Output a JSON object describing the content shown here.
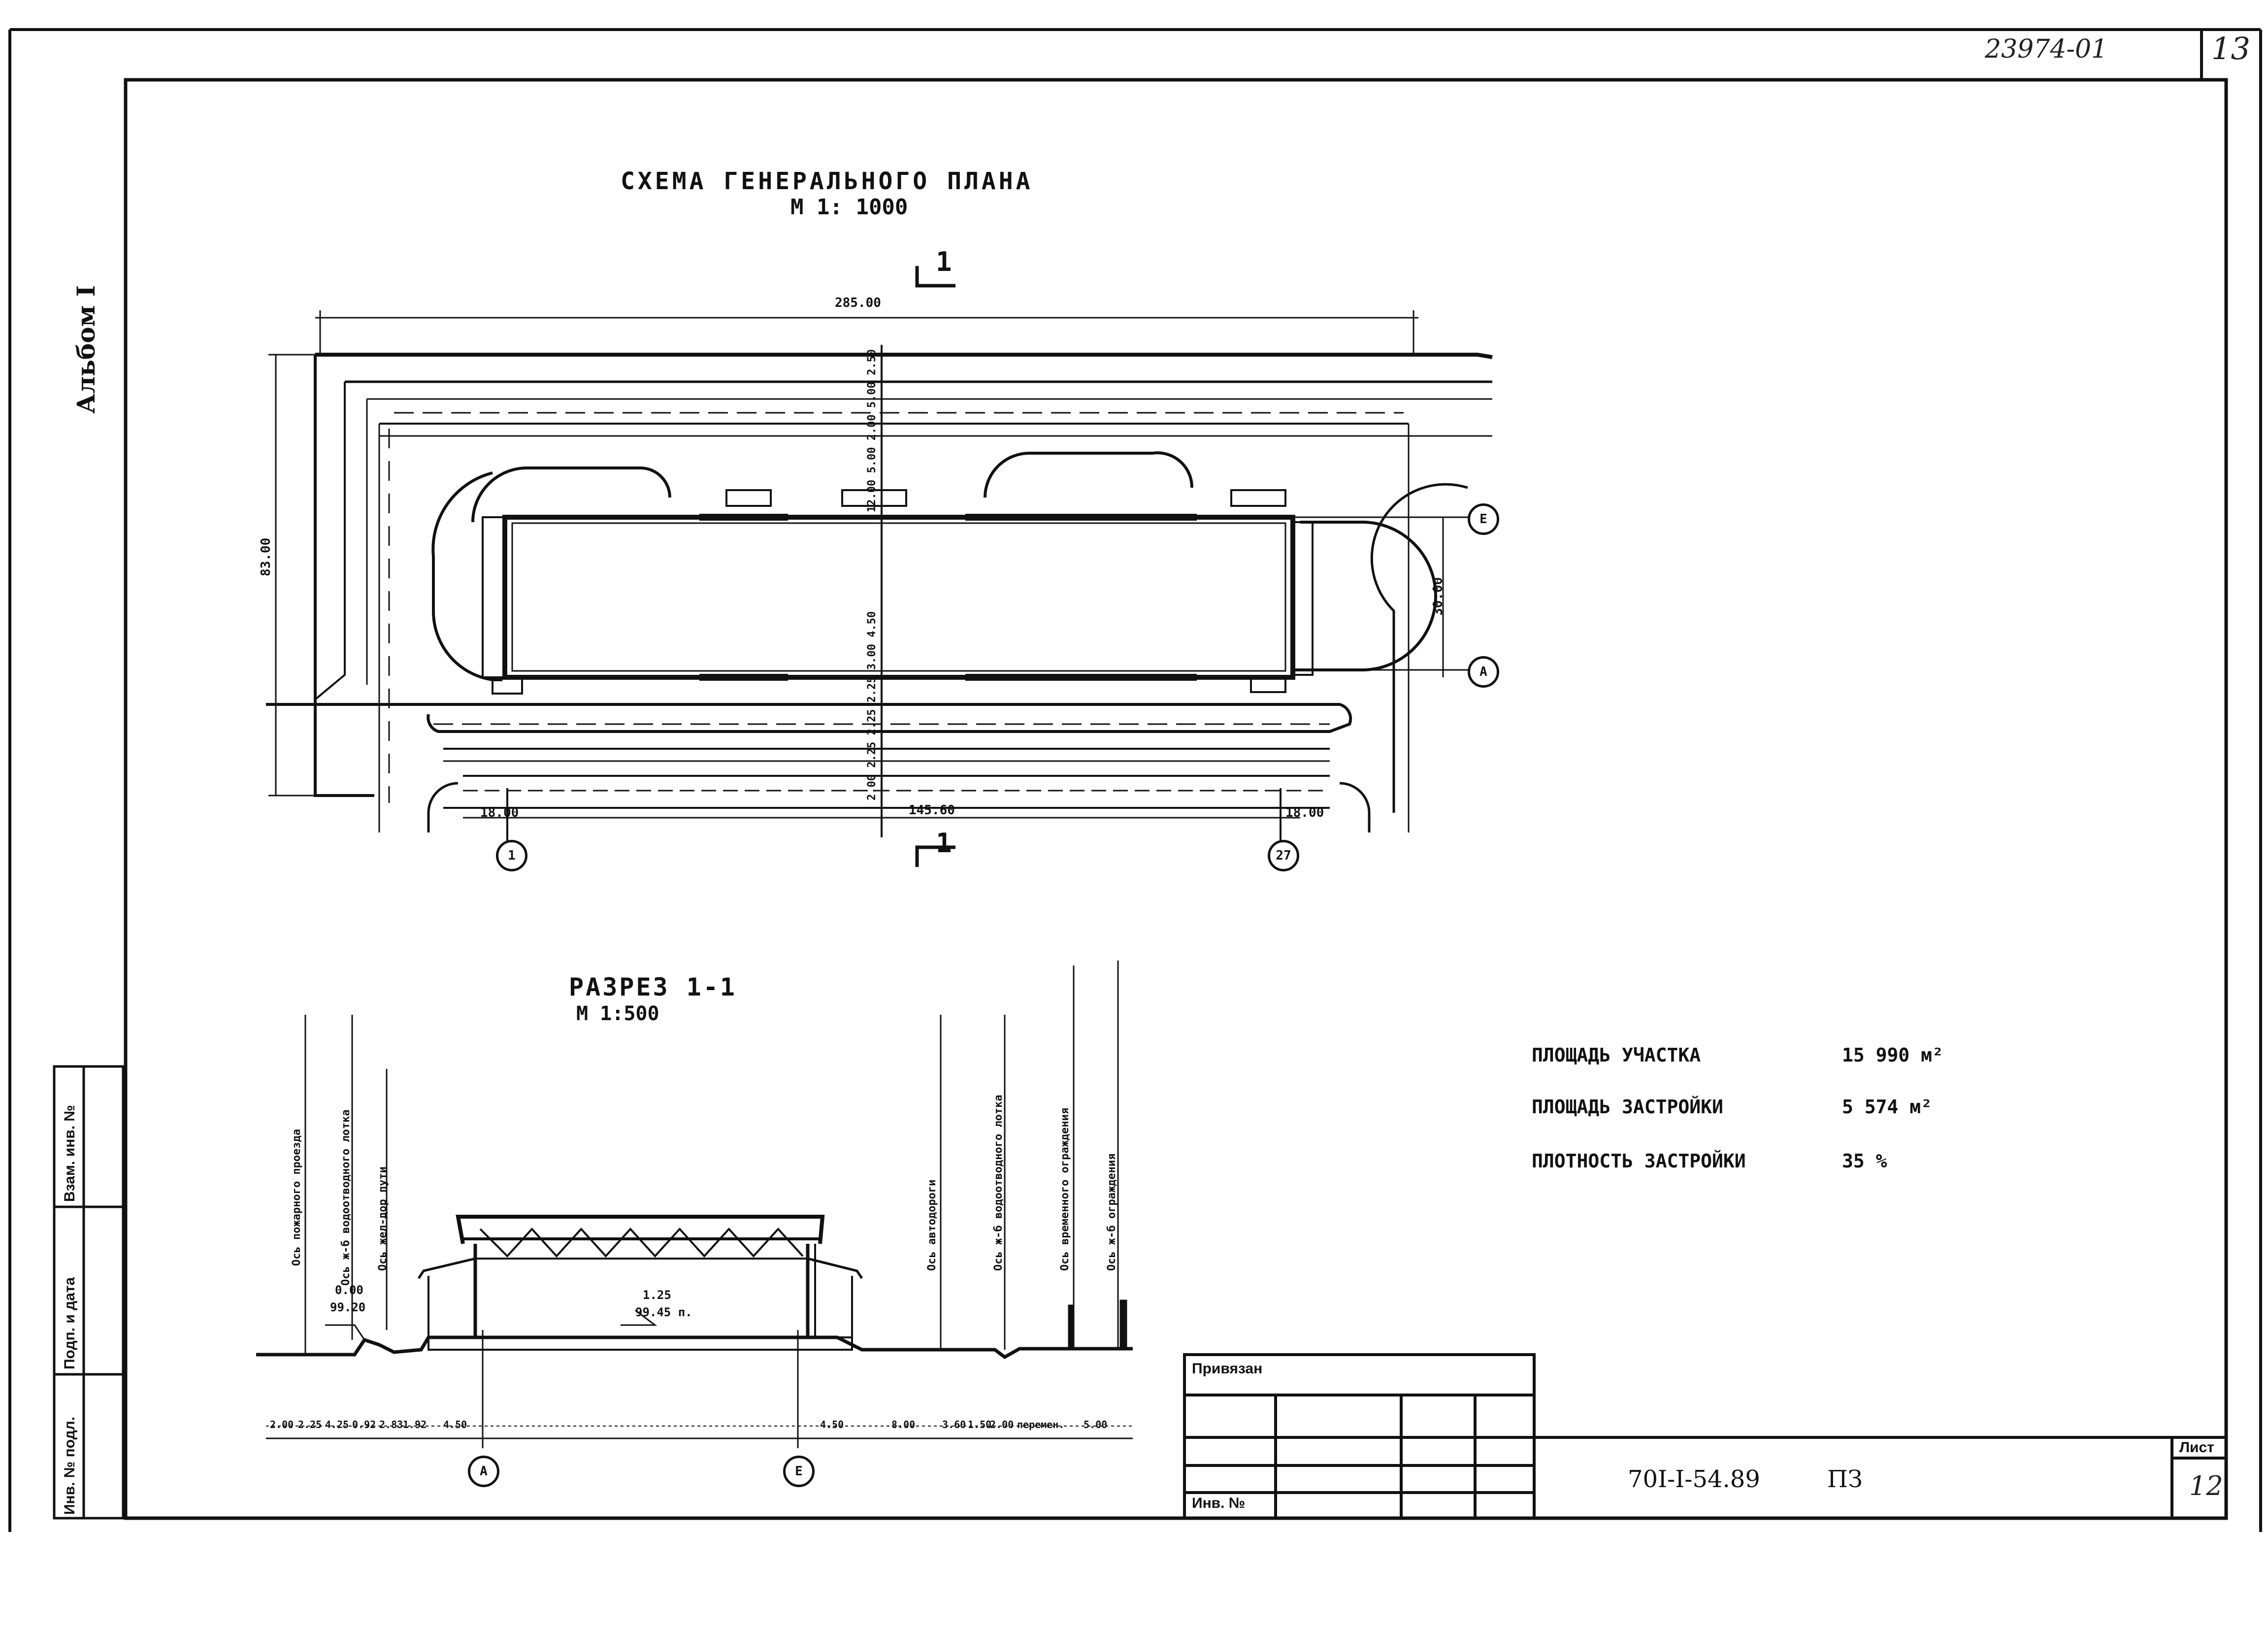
{
  "header": {
    "archive_number": "23974-01",
    "page_number": "13"
  },
  "album": "Альбом I",
  "plan": {
    "title": "СХЕМА   ГЕНЕРАЛЬНОГО   ПЛАНА",
    "scale": "М 1: 1000",
    "section_mark": "1",
    "dim_top": "285.00",
    "dim_left": "83.00",
    "dim_right": "30.00",
    "dim_bottom_mid": "145.60",
    "dim_bottom_left": "18.00",
    "dim_bottom_right": "18.00",
    "axis_top_vertical": "12.00 5.00 2.00 5.00 2.50",
    "axis_bottom_vertical": "2.00 2.25 2.25 2.25 3.00 4.50",
    "axes": {
      "left": "1",
      "right": "27",
      "top": "Е",
      "bottom": "А"
    }
  },
  "section": {
    "title": "РАЗРЕЗ 1-1",
    "scale": "М 1:500",
    "elev_label_1": "0.00",
    "elev_label_2": "99.20",
    "floor_label_1": "1.25",
    "floor_label_2": "99.45 п.",
    "axes": {
      "left": "А",
      "right": "Е"
    },
    "vertical_labels": [
      "Ось пожарного проезда",
      "Ось ж-б водоотводного лотка",
      "Ось жел-дор пути",
      "Ось автодороги",
      "Ось ж-б водоотводного лотка",
      "Ось временного ограждения",
      "Ось ж-б ограждения"
    ],
    "bottom_dims": [
      "2.00",
      "2.25",
      "4.25",
      "0.92",
      "2.83",
      "1.92",
      "4.50",
      "4.50",
      "8.00",
      "3.60",
      "1.50",
      "2.00",
      "перемен.",
      "5.00"
    ]
  },
  "stats": [
    {
      "label": "ПЛОЩАДЬ  УЧАСТКА",
      "value": "15 990  м²"
    },
    {
      "label": "ПЛОЩАДЬ  ЗАСТРОЙКИ",
      "value": "5 574  м²"
    },
    {
      "label": "ПЛОТНОСТЬ  ЗАСТРОЙКИ",
      "value": "35 %"
    }
  ],
  "stamp": {
    "side_labels": [
      "Инв. № подл.",
      "Подп. и дата",
      "Взам. инв. №"
    ],
    "privyazan": "Привязан",
    "inv_no": "Инв. №",
    "doc_code": "70I-I-54.89",
    "doc_type": "ПЗ",
    "sheet_label": "Лист",
    "sheet_number": "12"
  }
}
